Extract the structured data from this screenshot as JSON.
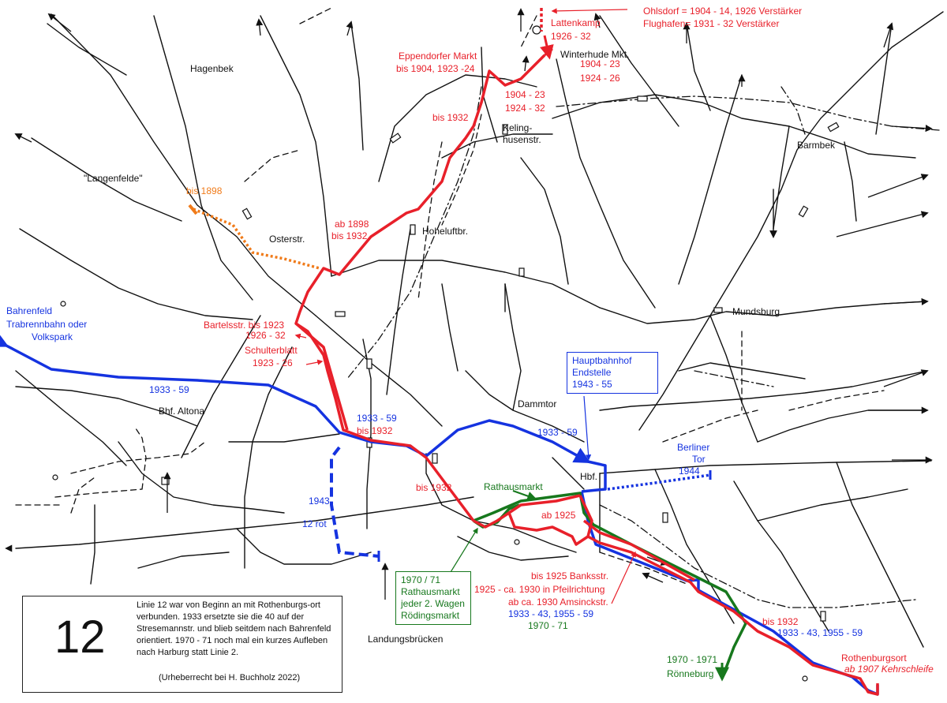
{
  "colors": {
    "red": "#e8202a",
    "blue": "#1533e0",
    "green": "#17781d",
    "orange": "#f07b1a",
    "network": "#111111"
  },
  "places": {
    "hagenbek": "Hagenbek",
    "langenfelde": "\"Langenfelde\"",
    "osterstr": "Osterstr.",
    "hoheluftbr": "Hoheluftbr.",
    "keling1": "Keling-",
    "keling2": "husenstr.",
    "barmbek": "Barmbek",
    "mundsburg": "Mundsburg",
    "dammtor": "Dammtor",
    "bhf_altona": "Bhf. Altona",
    "hbf": "Hbf.",
    "rathausmarkt": "Rathausmarkt",
    "landungsbruecken": "Landungsbrücken",
    "winterhude": "Winterhude Mkt."
  },
  "red_labels": {
    "ohlsdorf": "Ohlsdorf = 1904 - 14, 1926 Verstärker",
    "flughafen": "Flughafen= 1931 - 32 Verstärker",
    "lattenkamp": "Lattenkamp",
    "lattenkamp_years": "1926 - 32",
    "eppendorfer1": "Eppendorfer Markt",
    "eppendorfer2": "bis 1904, 1923 -24",
    "winterhude_y1": "1904 - 23",
    "winterhude_y2": "1924 - 26",
    "mid_y1": "1904 - 23",
    "mid_y2": "1924 - 32",
    "bis1932_top": "bis 1932",
    "ab1898": "ab 1898",
    "bis1932_ab": "bis 1932",
    "bartelsstr": "Bartelsstr.  bis 1923",
    "bartels_years": "1926 - 32",
    "schulterblatt": "Schulterblatt",
    "schulter_years": "1923 - 26",
    "bis1932_center": "bis 1932",
    "bis1932_lower": "bis 1932",
    "ab1925": "ab 1925",
    "bankstr": "bis 1925 Banksstr.",
    "pfeilrichtung": "1925 - ca. 1930 in Pfeilrichtung",
    "amsinck": "ab ca. 1930 Amsinckstr.",
    "bis1932_east": "bis 1932",
    "rothenburgsort": "Rothenburgsort",
    "kehrschleife": "ab 1907 Kehrschleife"
  },
  "blue_labels": {
    "bahrenfeld": "Bahrenfeld",
    "trabrennbahn": "Trabrennbahn oder",
    "volkspark": "Volkspark",
    "y1933_west": "1933 - 59",
    "y1933_center": "1933 - 59",
    "y1933_dammtor": "1933 - 59",
    "y1943": "1943",
    "rot12": "12 rot",
    "berliner": "Berliner",
    "tor": "Tor",
    "y1944": "1944",
    "amsinck_years": "1933 - 43, 1955 - 59",
    "east_years": "1933 - 43, 1955 - 59"
  },
  "blue_box": {
    "line1": "Hauptbahnhof",
    "line2": "Endstelle",
    "line3": "1943 - 55"
  },
  "green_labels": {
    "y1970_center": "1970 - 71",
    "y1970_south": "1970 - 1971",
    "roenneburg": "Rönneburg"
  },
  "green_box": {
    "line1": "1970 / 71",
    "line2": "Rathausmarkt",
    "line3": "jeder 2. Wagen",
    "line4": "Rödingsmarkt"
  },
  "orange_labels": {
    "bis1898": "bis 1898"
  },
  "info": {
    "number": "12",
    "text": "Linie 12 war von Beginn an mit Rothenburgs-ort verbunden.  1933 ersetzte sie die 40 auf der Stresemannstr. und blieb seitdem nach Bahrenfeld orientiert. 1970 - 71 noch mal ein kurzes Aufleben nach Harburg statt Linie 2.",
    "copyright": "(Urheberrecht bei H. Buchholz 2022)"
  }
}
